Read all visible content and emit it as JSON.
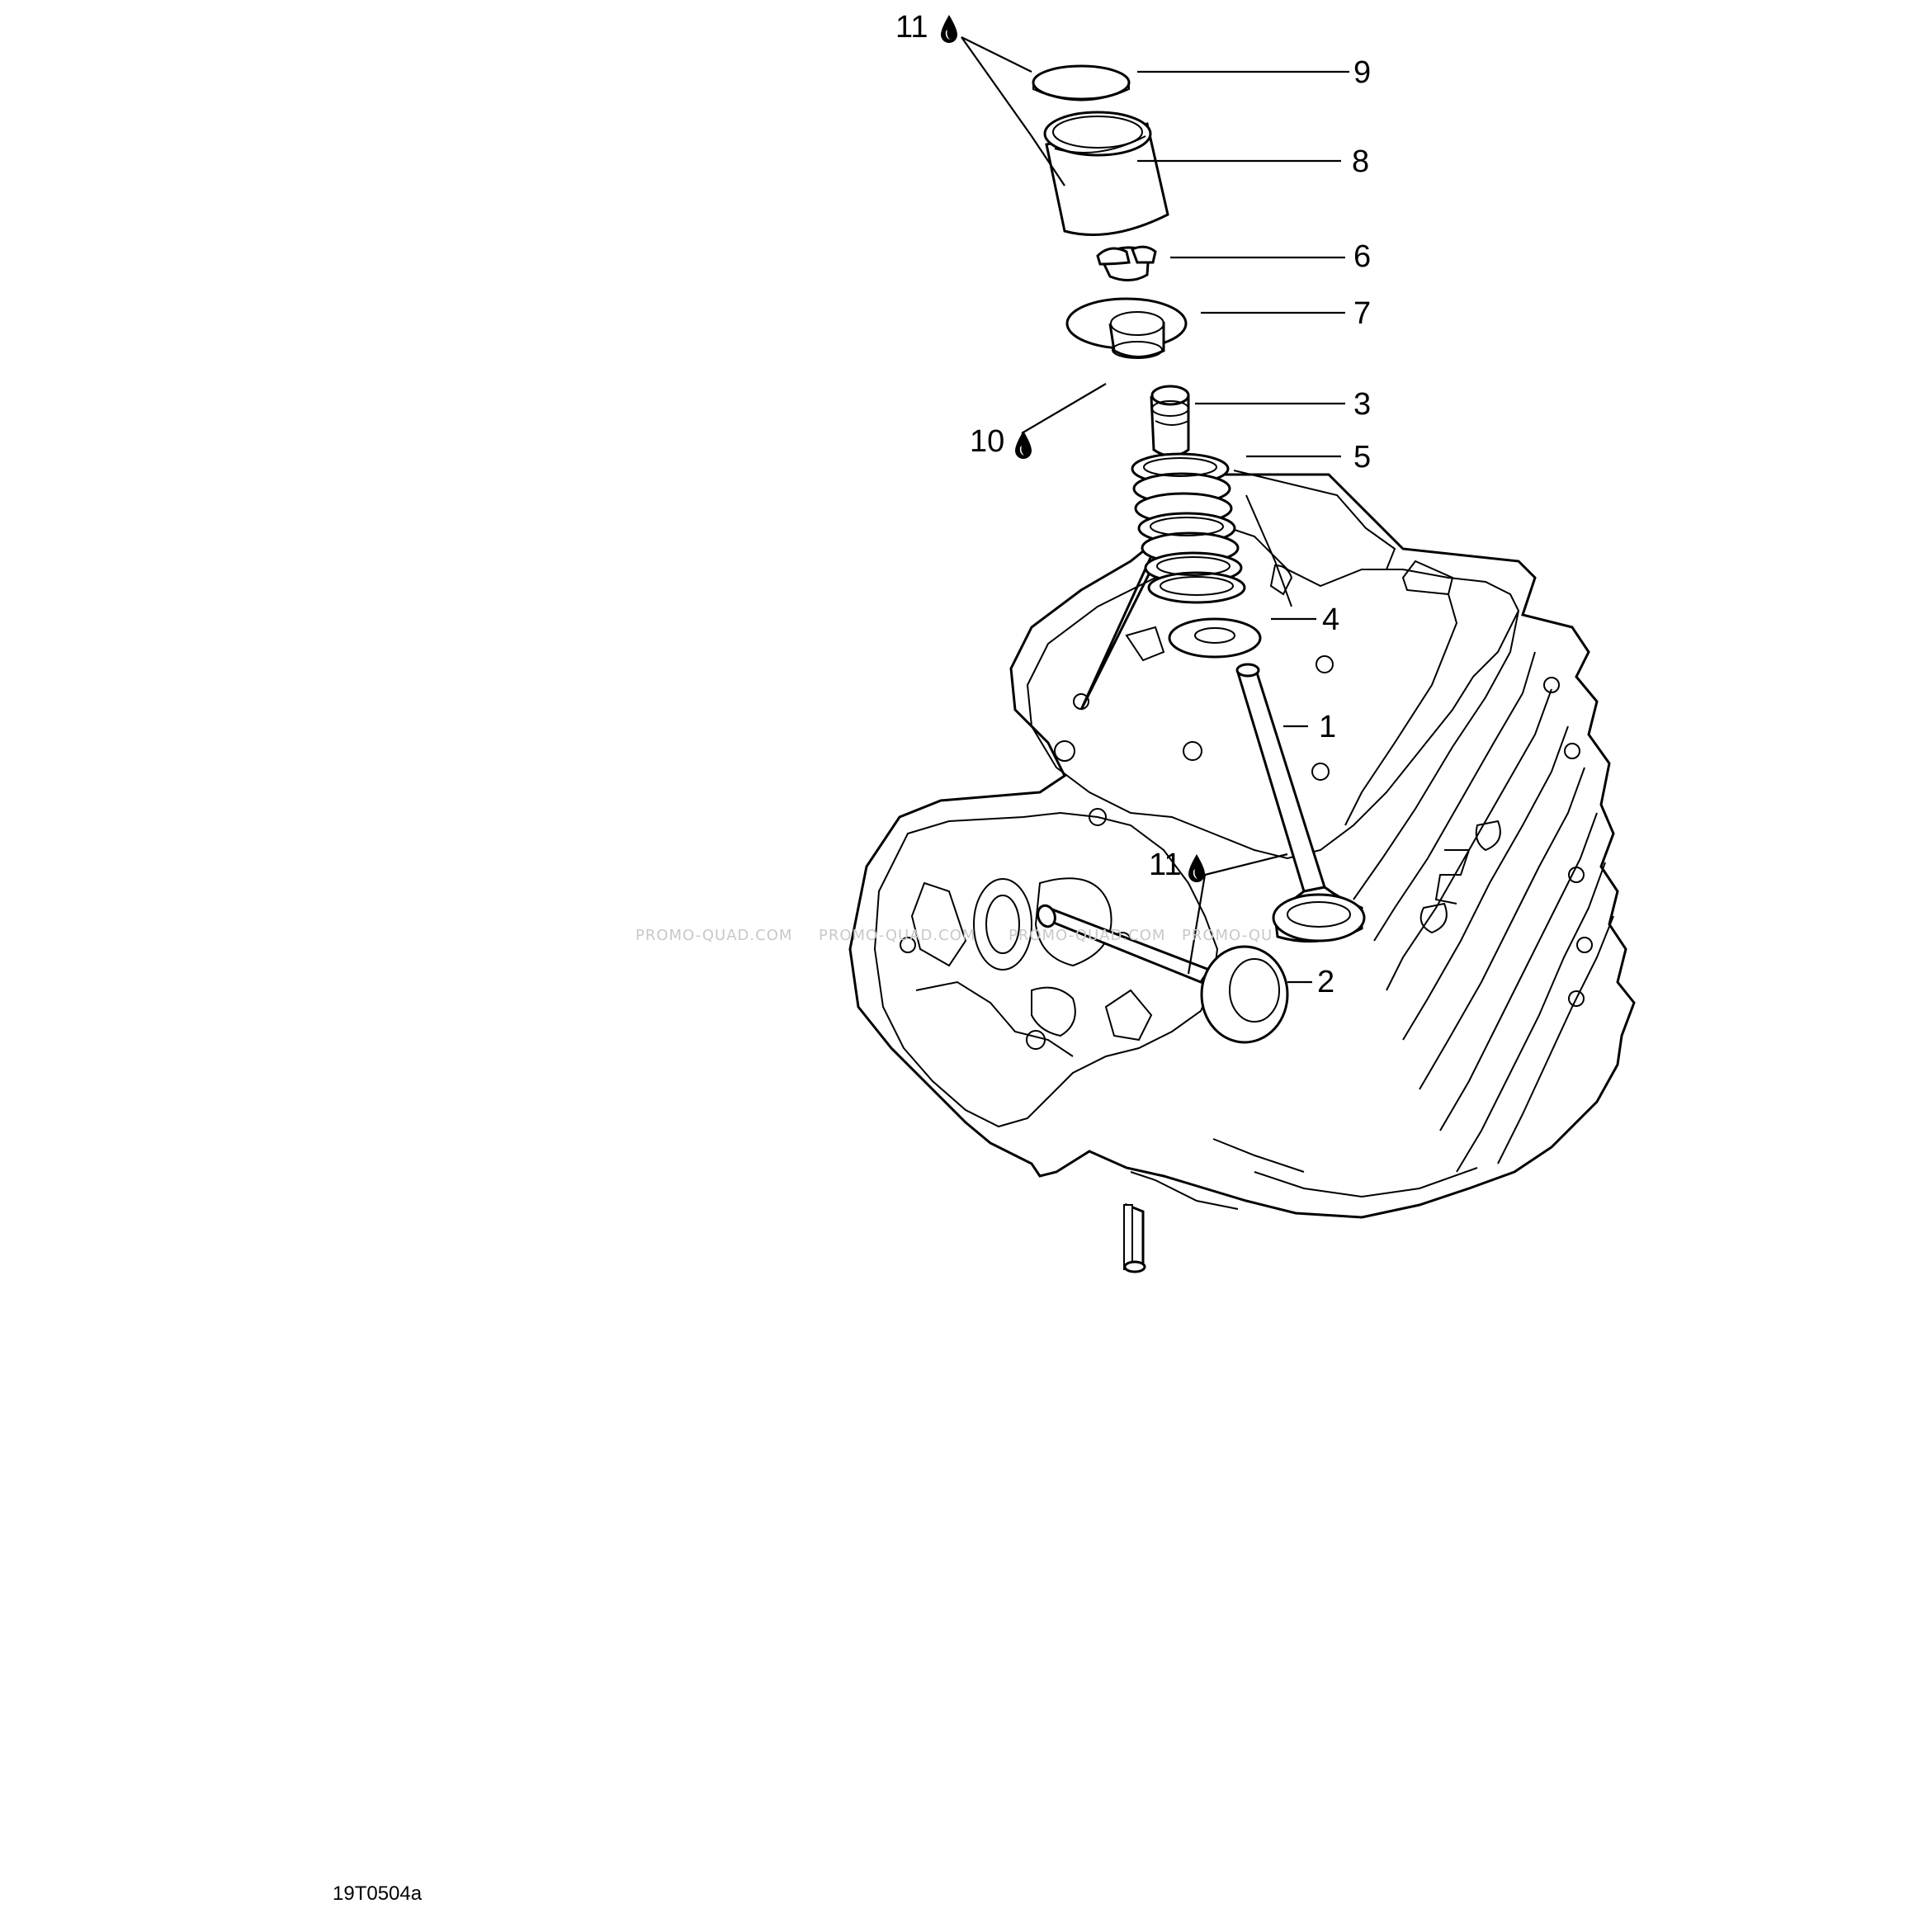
{
  "callouts": [
    {
      "id": "1",
      "text": "1"
    },
    {
      "id": "2",
      "text": "2"
    },
    {
      "id": "3",
      "text": "3"
    },
    {
      "id": "4",
      "text": "4"
    },
    {
      "id": "5",
      "text": "5"
    },
    {
      "id": "6",
      "text": "6"
    },
    {
      "id": "7",
      "text": "7"
    },
    {
      "id": "8",
      "text": "8"
    },
    {
      "id": "9",
      "text": "9"
    },
    {
      "id": "10",
      "text": "10"
    },
    {
      "id": "11a",
      "text": "11"
    },
    {
      "id": "11b",
      "text": "11"
    }
  ],
  "lubricant_icon": "oil-drop-icon",
  "watermark": "PROMO-QUAD.COM",
  "watermark_partial": "PROMO-QU",
  "drawing_code": "19T0504a"
}
